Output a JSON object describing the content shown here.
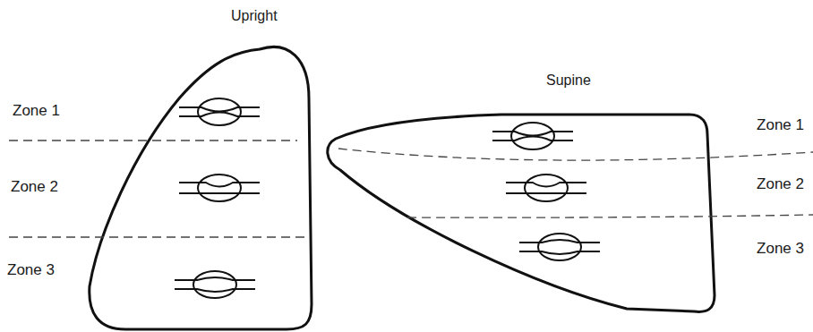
{
  "diagram": {
    "labels": [
      "Upright",
      "Zone 1",
      "Zone 2",
      "Zone 3",
      "Supine",
      "Zone 1",
      "Zone 2",
      "Zone 3"
    ]
  }
}
